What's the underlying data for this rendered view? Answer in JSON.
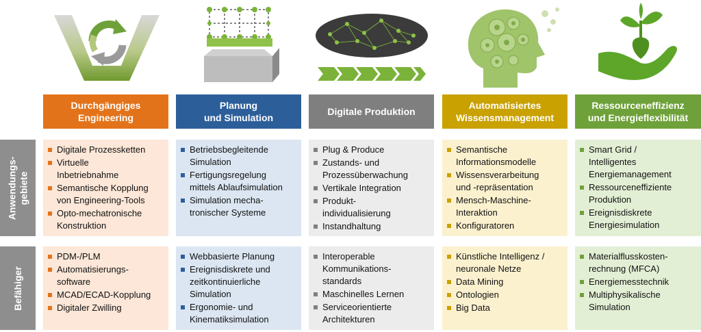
{
  "colors": {
    "engineering": "#e3731a",
    "simulation": "#2c5f9a",
    "produktion": "#7f7f7f",
    "wissen": "#c9a100",
    "ressource": "#6fa13a",
    "side": "#8e8e8e"
  },
  "rows": {
    "anwendungsgebiete": "Anwendungs-\ngebiete",
    "befaehiger": "Befähiger"
  },
  "columns": [
    {
      "title": "Durchgängiges\nEngineering",
      "icon": "recycle-funnel-icon",
      "anwendungsgebiete": [
        "Digitale Prozessketten",
        "Virtuelle\nInbetriebnahme",
        "Semantische Kopplung\nvon Engineering-Tools",
        "Opto-mechatronische\nKonstruktion"
      ],
      "befaehiger": [
        "PDM-/PLM",
        "Automatisierungs-\nsoftware",
        "MCAD/ECAD-Kopplung",
        "Digitaler Zwilling"
      ]
    },
    {
      "title": "Planung\nund Simulation",
      "icon": "cube-network-icon",
      "anwendungsgebiete": [
        "Betriebsbegleitende\nSimulation",
        "Fertigungsregelung\nmittels Ablaufsimulation",
        "Simulation mecha-\ntronischer Systeme"
      ],
      "befaehiger": [
        "Webbasierte Planung",
        "Ereignisdiskrete und\nzeitkontinuierliche\nSimulation",
        "Ergonomie- und\nKinematiksimulation"
      ]
    },
    {
      "title": "Digitale Produktion",
      "icon": "network-chevrons-icon",
      "anwendungsgebiete": [
        "Plug & Produce",
        "Zustands- und\nProzessüberwachung",
        "Vertikale Integration",
        "Produkt-\nindividualisierung",
        "Instandhaltung"
      ],
      "befaehiger": [
        "Interoperable\nKommunikations-\nstandards",
        "Maschinelles Lernen",
        "Serviceorientierte\nArchitekturen"
      ]
    },
    {
      "title": "Automatisiertes\nWissensmanagement",
      "icon": "gear-head-icon",
      "anwendungsgebiete": [
        "Semantische\nInformationsmodelle",
        "Wissensverarbeitung\nund -repräsentation",
        "Mensch-Maschine-\nInteraktion",
        "Konfiguratoren"
      ],
      "befaehiger": [
        "Künstliche Intelligenz /\nneuronale Netze",
        "Data Mining",
        "Ontologien",
        "Big Data"
      ]
    },
    {
      "title": "Ressourceneffizienz\nund Energieflexibilität",
      "icon": "hand-plant-icon",
      "anwendungsgebiete": [
        "Smart Grid /\nIntelligentes\nEnergiemanagement",
        "Ressourceneffiziente\nProduktion",
        "Ereignisdiskrete\nEnergiesimulation"
      ],
      "befaehiger": [
        "Materialflusskosten-\nrechnung (MFCA)",
        "Energiemesstechnik",
        "Multiphysikalische\nSimulation"
      ]
    }
  ]
}
